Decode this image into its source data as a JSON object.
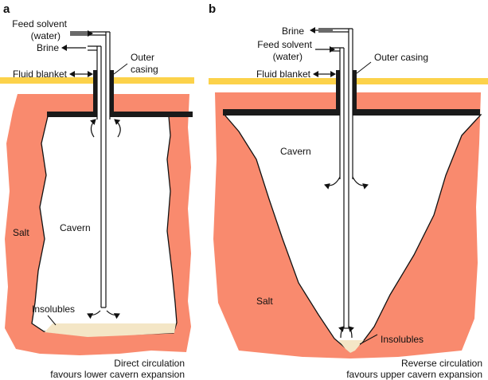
{
  "panels": {
    "a": {
      "letter": "a",
      "labels": {
        "feed_solvent": "Feed solvent",
        "water": "(water)",
        "brine": "Brine",
        "outer": "Outer",
        "casing": "casing",
        "fluid_blanket": "Fluid blanket",
        "salt": "Salt",
        "cavern": "Cavern",
        "insolubles": "Insolubles"
      },
      "caption": [
        "Direct circulation",
        "favours lower cavern expansion"
      ]
    },
    "b": {
      "letter": "b",
      "labels": {
        "brine": "Brine",
        "feed_solvent": "Feed solvent",
        "water": "(water)",
        "outer_casing": "Outer casing",
        "fluid_blanket": "Fluid blanket",
        "cavern": "Cavern",
        "salt": "Salt",
        "insolubles": "Insolubles"
      },
      "caption": [
        "Reverse circulation",
        "favours upper cavern expansion"
      ]
    }
  },
  "colors": {
    "salt": "#f98a6e",
    "fluid_blanket": "#fcd24a",
    "insolubles": "#f4e6c6",
    "cap": "#1a1a1a",
    "cavern": "#ffffff"
  }
}
